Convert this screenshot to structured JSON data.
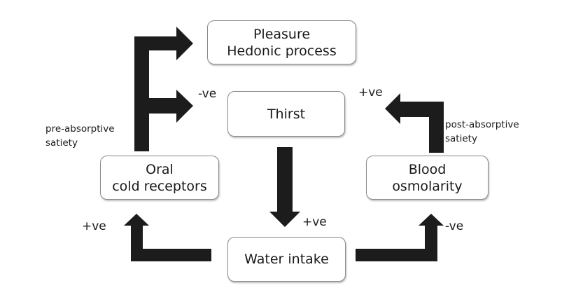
{
  "diagram": {
    "nodes": {
      "pleasure": {
        "line1": "Pleasure",
        "line2": "Hedonic process"
      },
      "thirst": {
        "line1": "Thirst"
      },
      "oral": {
        "line1": "Oral",
        "line2": "cold receptors"
      },
      "blood": {
        "line1": "Blood",
        "line2": "osmolarity"
      },
      "water": {
        "line1": "Water intake"
      }
    },
    "edge_labels": {
      "oral_to_thirst": "-ve",
      "blood_to_thirst": "+ve",
      "thirst_to_water": "+ve",
      "water_to_oral": "+ve",
      "water_to_blood": "-ve"
    },
    "notes": {
      "pre_absorptive": {
        "line1": "pre-absorptive",
        "line2": "satiety"
      },
      "post_absorptive": {
        "line1": "post-absorptive",
        "line2": "satiety"
      }
    },
    "colors": {
      "arrow": "#1c1c1c",
      "box_border": "#8a8a8a"
    },
    "edges": [
      {
        "from": "Oral cold receptors",
        "to": "Pleasure Hedonic process",
        "sign": ""
      },
      {
        "from": "Oral cold receptors",
        "to": "Thirst",
        "sign": "-ve"
      },
      {
        "from": "Blood osmolarity",
        "to": "Thirst",
        "sign": "+ve"
      },
      {
        "from": "Thirst",
        "to": "Water intake",
        "sign": "+ve"
      },
      {
        "from": "Water intake",
        "to": "Oral cold receptors",
        "sign": "+ve"
      },
      {
        "from": "Water intake",
        "to": "Blood osmolarity",
        "sign": "-ve"
      }
    ]
  }
}
